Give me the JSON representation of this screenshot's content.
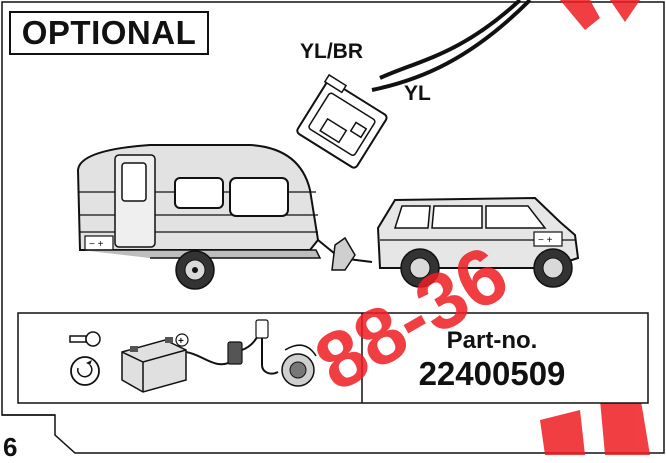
{
  "header": {
    "badge": "OPTIONAL"
  },
  "wires": {
    "yl_br": "YL/BR",
    "yl": "YL"
  },
  "part": {
    "label": "Part-no.",
    "number": "22400509"
  },
  "page": {
    "number": "6"
  },
  "watermark": {
    "text": "88-36",
    "color": "#ee1d23"
  },
  "icons": [
    "ignition-key-icon",
    "battery-icon",
    "relay-connector-icon",
    "trailer-socket-icon",
    "caravan-illustration",
    "suv-illustration",
    "wiring-plug-icon"
  ],
  "colors": {
    "line": "#111111",
    "body_grey": "#d9d9d9",
    "watermark": "#ee1d23"
  }
}
